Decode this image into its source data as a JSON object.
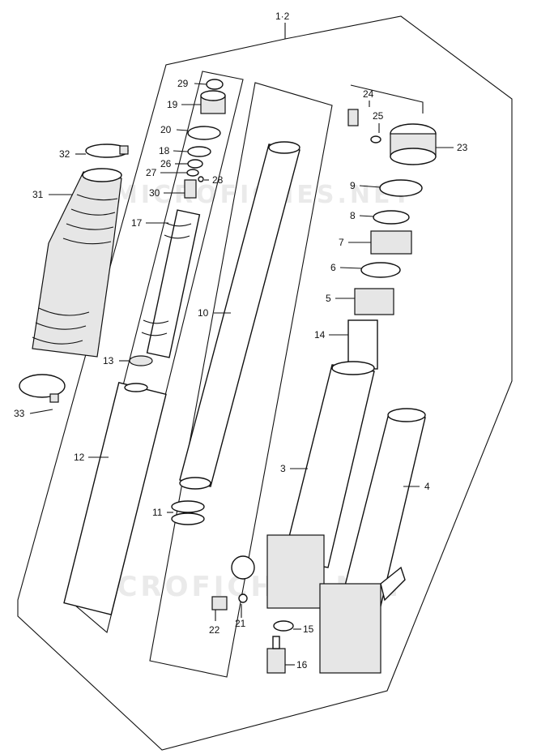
{
  "title": "1·2",
  "watermark": "MICROFICHES.NET",
  "callouts": {
    "p3": "3",
    "p4": "4",
    "p5": "5",
    "p6": "6",
    "p7": "7",
    "p8": "8",
    "p9": "9",
    "p10": "10",
    "p11": "11",
    "p12": "12",
    "p13": "13",
    "p14": "14",
    "p15": "15",
    "p16": "16",
    "p17": "17",
    "p18": "18",
    "p19": "19",
    "p20": "20",
    "p21": "21",
    "p22": "22",
    "p23": "23",
    "p24": "24",
    "p25": "25",
    "p26": "26",
    "p27": "27",
    "p28": "28",
    "p29": "29",
    "p30": "30",
    "p31": "31",
    "p32": "32",
    "p33": "33"
  }
}
